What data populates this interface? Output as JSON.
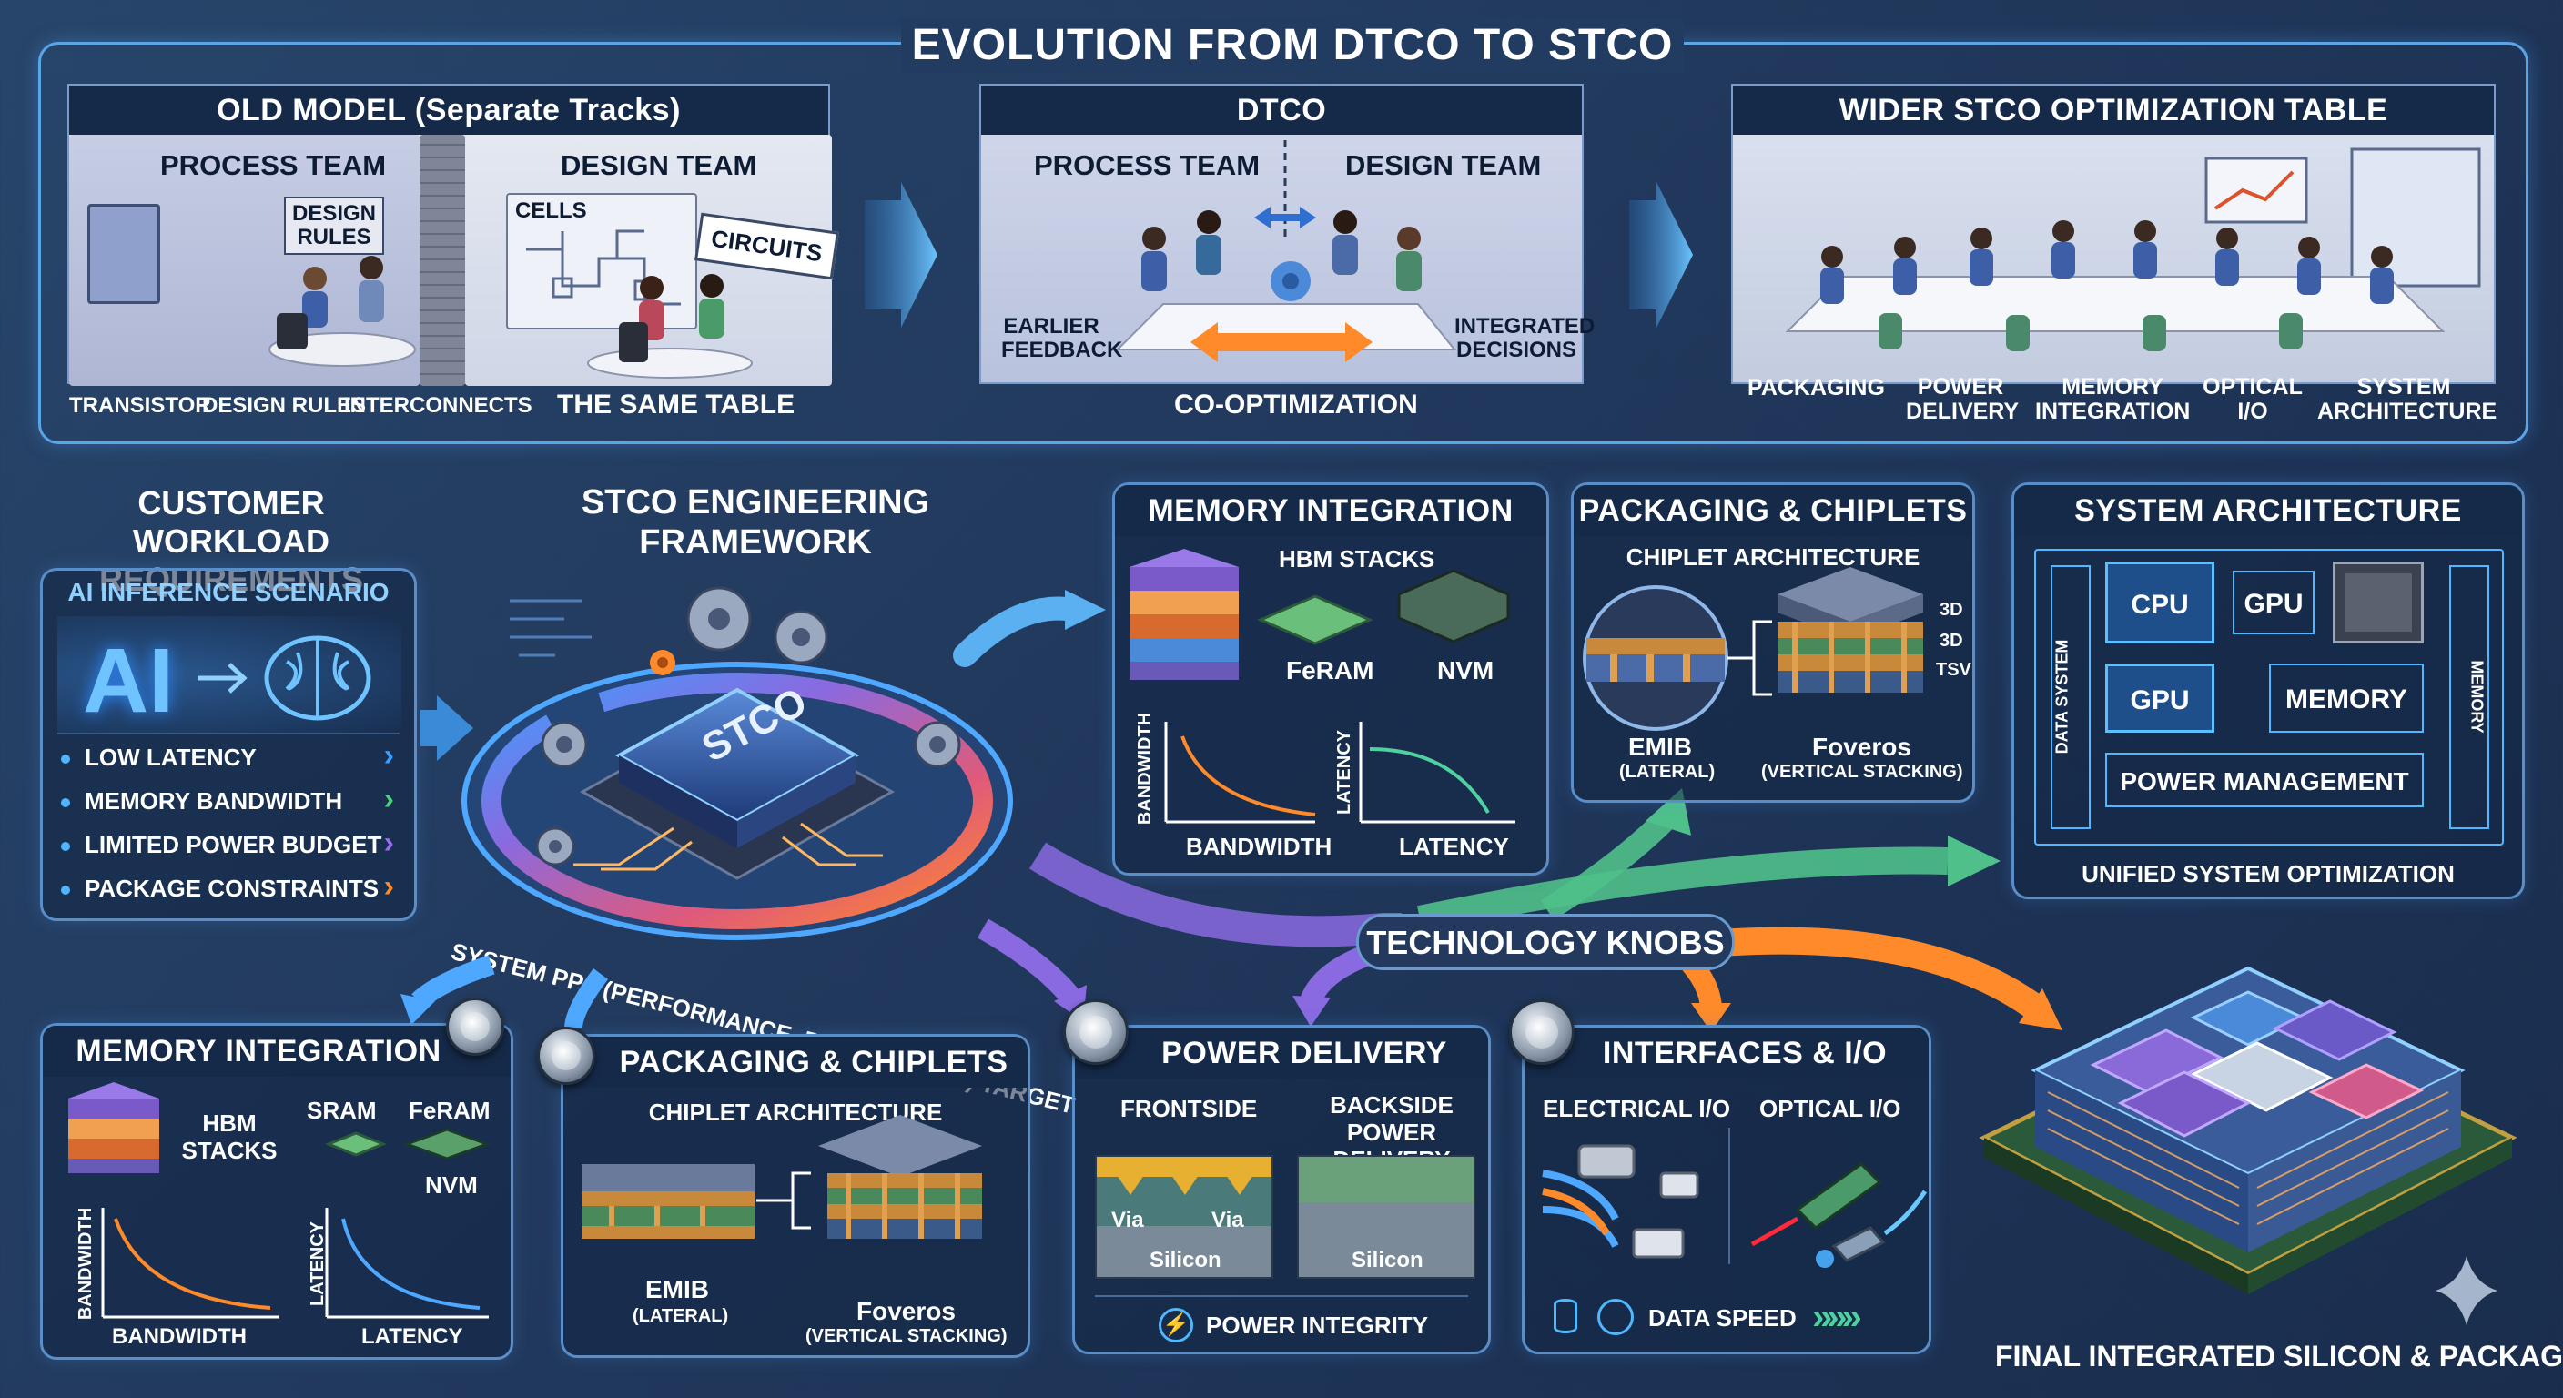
{
  "title": "EVOLUTION FROM DTCO TO STCO",
  "evolution": {
    "old_model": {
      "title": "OLD MODEL (Separate Tracks)",
      "process_team": "PROCESS TEAM",
      "design_team": "DESIGN TEAM",
      "design_rules_sign": "DESIGN RULES",
      "cells_label": "CELLS",
      "circuits_sign": "CIRCUITS",
      "bottom_labels": [
        "TRANSISTOR",
        "DESIGN RULES",
        "INTERCONNECTS"
      ],
      "same_table": "THE SAME TABLE"
    },
    "dtco": {
      "title": "DTCO",
      "process_team": "PROCESS TEAM",
      "design_team": "DESIGN TEAM",
      "earlier_feedback": "EARLIER FEEDBACK",
      "integrated_decisions": "INTEGRATED DECISIONS",
      "co_optimization": "CO-OPTIMIZATION"
    },
    "stco": {
      "title": "WIDER STCO OPTIMIZATION TABLE",
      "labels": [
        "PACKAGING",
        "POWER DELIVERY",
        "MEMORY INTEGRATION",
        "OPTICAL I/O",
        "SYSTEM ARCHITECTURE"
      ]
    }
  },
  "customer": {
    "title": "CUSTOMER WORKLOAD REQUIREMENTS",
    "scenario": "AI INFERENCE SCENARIO",
    "ai_label": "AI",
    "items": [
      {
        "label": "LOW LATENCY",
        "color": "#3aa0ff"
      },
      {
        "label": "MEMORY BANDWIDTH",
        "color": "#4fd07a"
      },
      {
        "label": "LIMITED POWER BUDGET",
        "color": "#9a6cf0"
      },
      {
        "label": "PACKAGE CONSTRAINTS",
        "color": "#ff8a2a"
      }
    ]
  },
  "framework": {
    "title": "STCO ENGINEERING FRAMEWORK",
    "chip_label": "STCO",
    "target": "SYSTEM PPA (PERFORMANCE, POWER, AREA) TARGET"
  },
  "memory_top": {
    "title": "MEMORY INTEGRATION",
    "hbm": "HBM STACKS",
    "feram": "FeRAM",
    "nvm": "NVM",
    "chart1_y": "BANDWIDTH",
    "chart1_x": "BANDWIDTH",
    "chart2_y": "LATENCY",
    "chart2_x": "LATENCY"
  },
  "packaging_top": {
    "title": "PACKAGING & CHIPLETS",
    "subtitle": "CHIPLET ARCHITECTURE",
    "emib": "EMIB",
    "emib_sub": "(LATERAL)",
    "foveros": "Foveros",
    "foveros_sub": "(VERTICAL STACKING)",
    "side_labels": [
      "3D",
      "3D",
      "TSV"
    ]
  },
  "system_arch": {
    "title": "SYSTEM ARCHITECTURE",
    "cpu": "CPU",
    "gpu_top": "GPU",
    "gpu": "GPU",
    "memory": "MEMORY",
    "power": "POWER MANAGEMENT",
    "left_vertical": "DATA SYSTEM",
    "right_vertical": "MEMORY",
    "footer": "UNIFIED SYSTEM OPTIMIZATION"
  },
  "knobs": {
    "title": "TECHNOLOGY KNOBS"
  },
  "memory_bottom": {
    "title": "MEMORY INTEGRATION",
    "hbm": "HBM STACKS",
    "sram": "SRAM",
    "feram": "FeRAM",
    "nvm": "NVM",
    "chart1_y": "BANDWIDTH",
    "chart1_x": "BANDWIDTH",
    "chart2_y": "LATENCY",
    "chart2_x": "LATENCY"
  },
  "packaging_bottom": {
    "title": "PACKAGING & CHIPLETS",
    "subtitle": "CHIPLET ARCHITECTURE",
    "emib": "EMIB",
    "emib_sub": "(LATERAL)",
    "foveros": "Foveros",
    "foveros_sub": "(VERTICAL STACKING)"
  },
  "power": {
    "title": "POWER DELIVERY",
    "frontside": "FRONTSIDE",
    "backside": "BACKSIDE POWER DELIVERY",
    "via": "Via",
    "silicon": "Silicon",
    "integrity": "POWER INTEGRITY"
  },
  "interfaces": {
    "title": "INTERFACES & I/O",
    "electrical": "ELECTRICAL I/O",
    "optical": "OPTICAL I/O",
    "data_speed": "DATA SPEED"
  },
  "final": {
    "label": "FINAL INTEGRATED SILICON & PACKAGE"
  },
  "colors": {
    "accent_blue": "#4fa8ff",
    "orange": "#ff8a2a",
    "green": "#4fd08a",
    "purple": "#8a6ae0"
  }
}
